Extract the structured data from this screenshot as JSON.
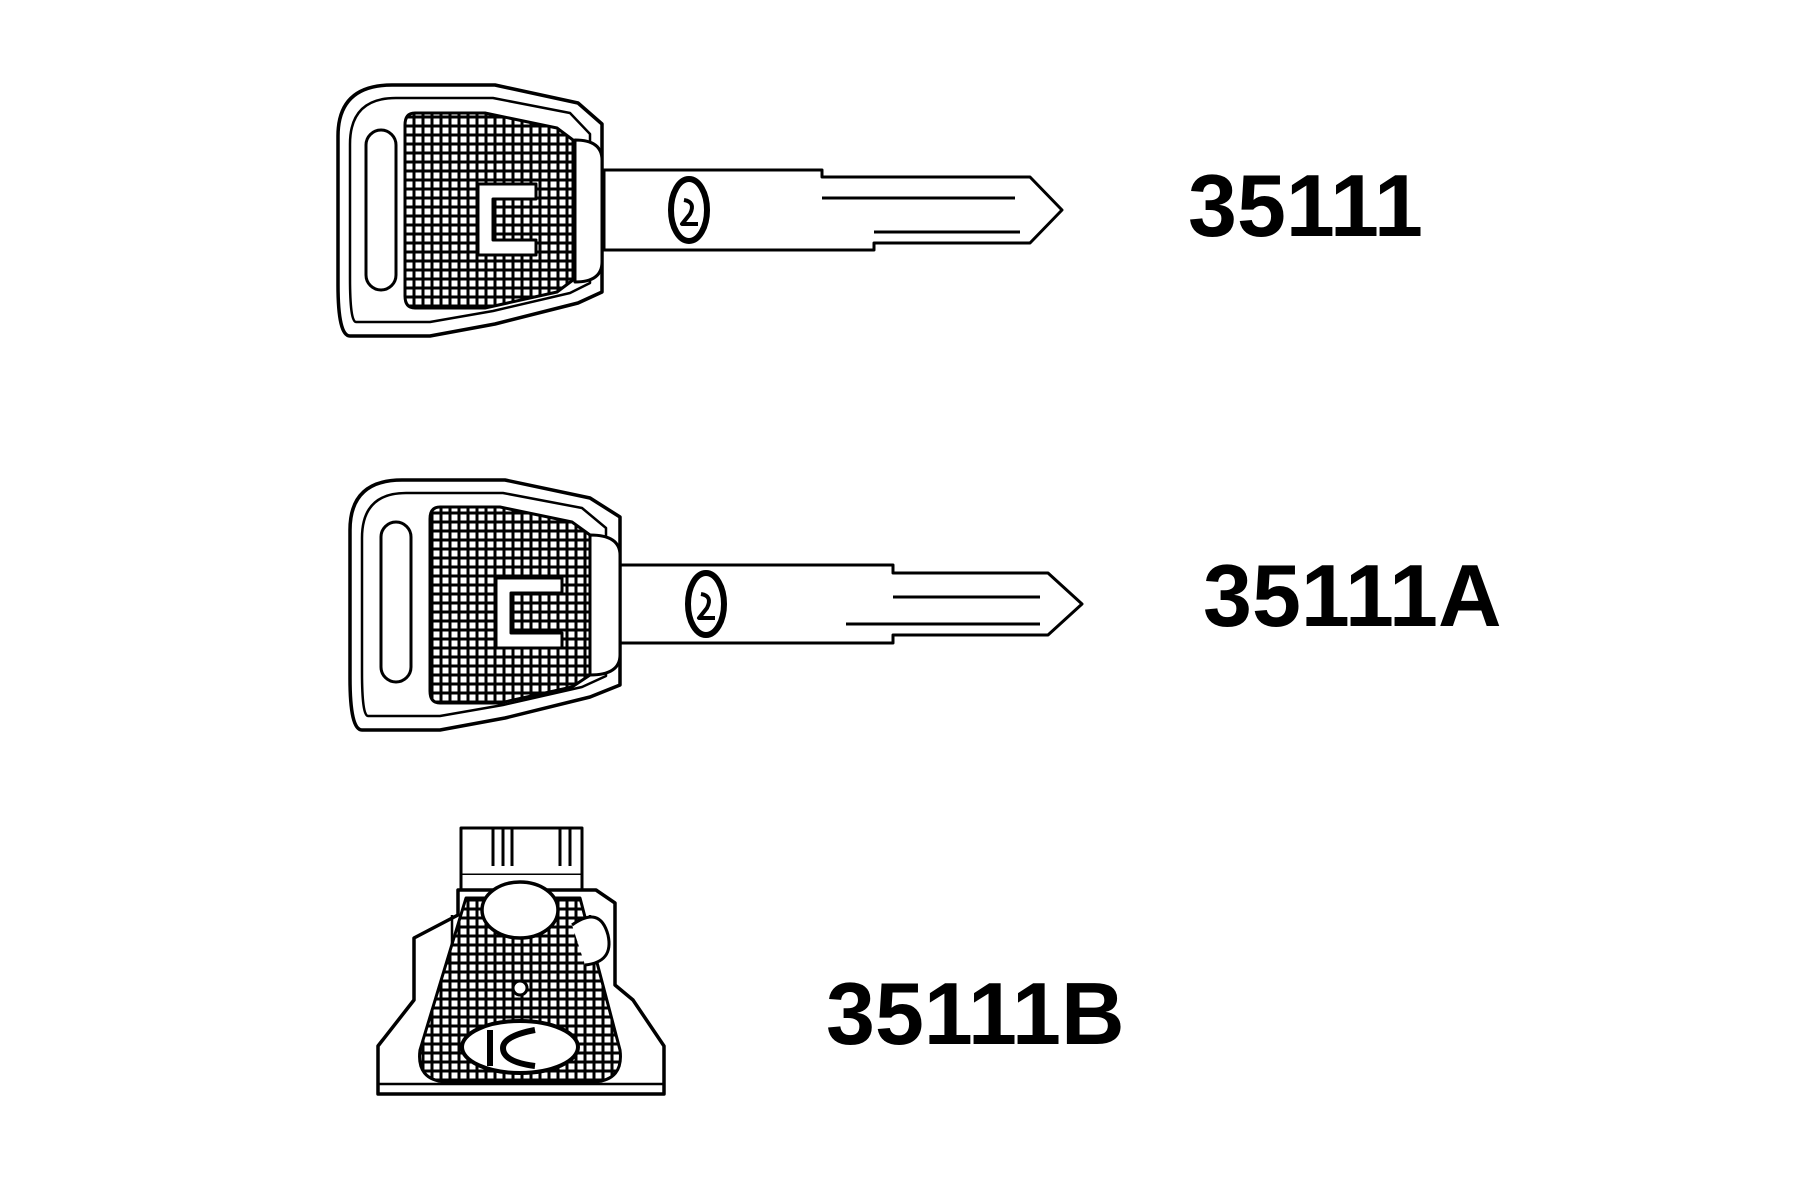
{
  "parts": [
    {
      "part_number": "35111",
      "icon": "key-icon"
    },
    {
      "part_number": "35111A",
      "icon": "key-icon"
    },
    {
      "part_number": "35111B",
      "icon": "transponder-head-icon"
    }
  ],
  "colors": {
    "line": "#000000",
    "background": "#ffffff"
  }
}
